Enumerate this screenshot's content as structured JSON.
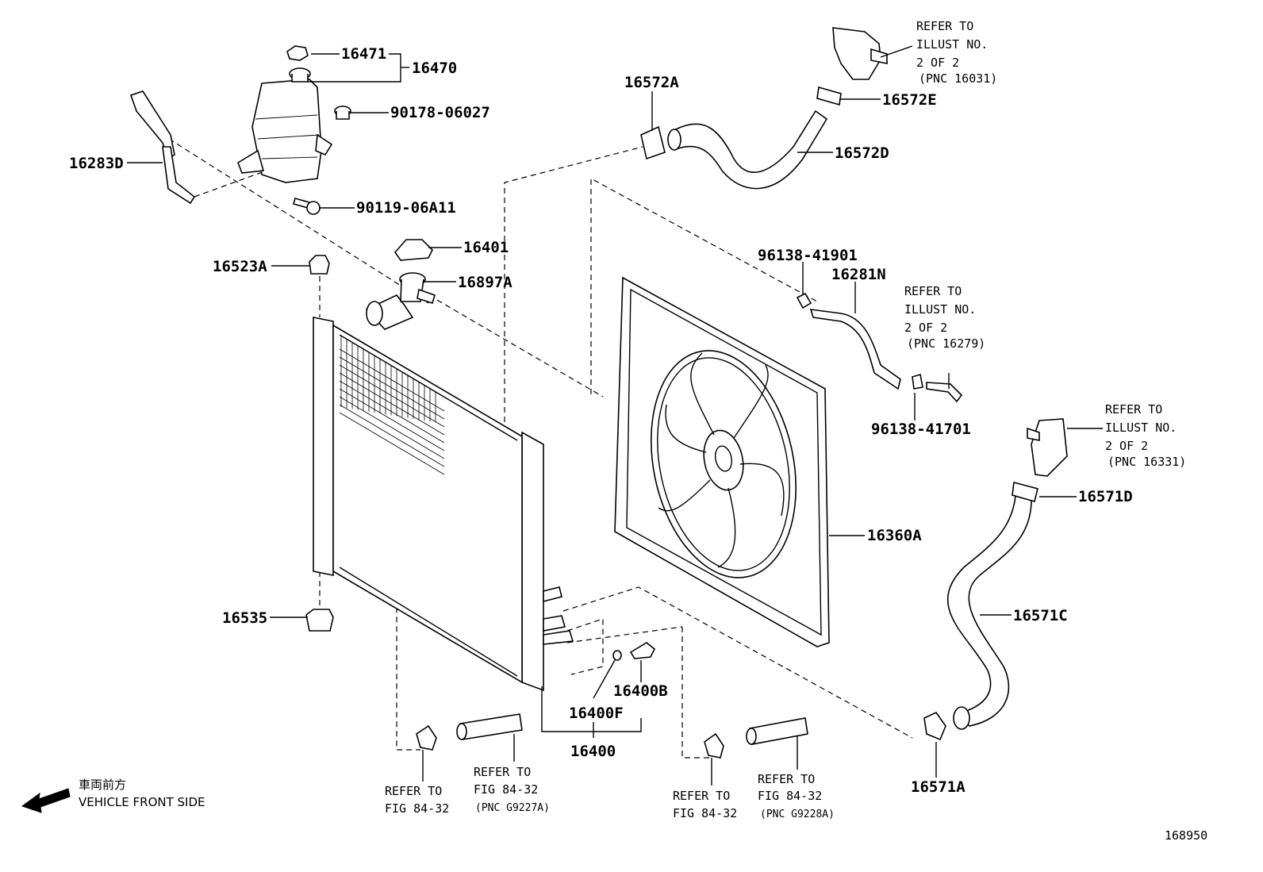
{
  "parts": {
    "p16471": "16471",
    "p16470": "16470",
    "p90178": "90178-06027",
    "p16283D": "16283D",
    "p90119": "90119-06A11",
    "p16401": "16401",
    "p16523A": "16523A",
    "p16897A": "16897A",
    "p16572A": "16572A",
    "p16572E": "16572E",
    "p16572D": "16572D",
    "p96138_41901": "96138-41901",
    "p16281N": "16281N",
    "p96138_41701": "96138-41701",
    "p16571D": "16571D",
    "p16360A": "16360A",
    "p16571C": "16571C",
    "p16535": "16535",
    "p16400B": "16400B",
    "p16400F": "16400F",
    "p16400": "16400",
    "p16571A": "16571A"
  },
  "refs": {
    "r1": {
      "l1": "REFER TO",
      "l2": "ILLUST NO.",
      "l3": "2 OF 2",
      "l4": "(PNC 16031)"
    },
    "r2": {
      "l1": "REFER TO",
      "l2": "ILLUST NO.",
      "l3": "2 OF 2",
      "l4": "(PNC 16279)"
    },
    "r3": {
      "l1": "REFER TO",
      "l2": "ILLUST NO.",
      "l3": "2 OF 2",
      "l4": "(PNC 16331)"
    },
    "r4": {
      "l1": "REFER TO",
      "l2": "FIG 84-32"
    },
    "r5": {
      "l1": "REFER TO",
      "l2": "FIG 84-32",
      "l3": "(PNC G9227A)"
    },
    "r6": {
      "l1": "REFER TO",
      "l2": "FIG 84-32"
    },
    "r7": {
      "l1": "REFER TO",
      "l2": "FIG 84-32",
      "l3": "(PNC G9228A)"
    }
  },
  "direction": {
    "jp": "車両前方",
    "en": "VEHICLE FRONT SIDE"
  },
  "illustration_number": "168950"
}
